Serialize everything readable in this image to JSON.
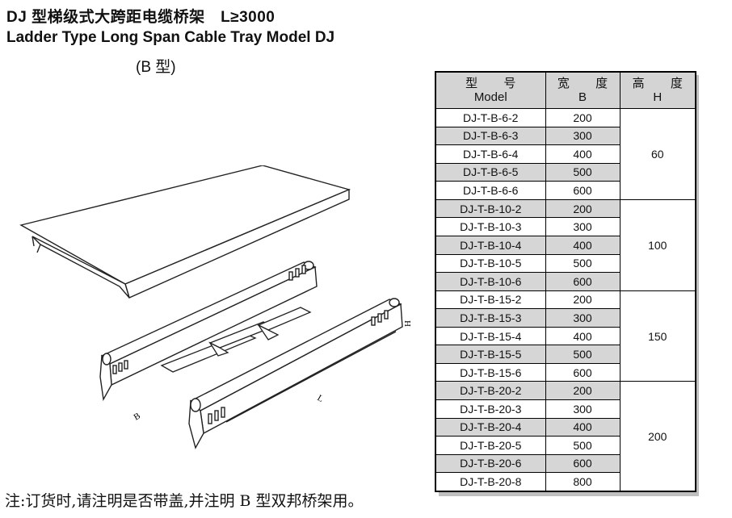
{
  "header": {
    "title_cn": "DJ 型梯级式大跨距电缆桥架　L≥3000",
    "title_en": "Ladder Type Long Span Cable Tray Model DJ",
    "subtitle": "(B 型)"
  },
  "illustration": {
    "label_h": "H",
    "label_l": "L",
    "label_b": "B"
  },
  "table": {
    "headers": {
      "model_cn": "型 号",
      "model_en": "Model",
      "width_cn": "宽 度",
      "width_en": "B",
      "height_cn": "高 度",
      "height_en": "H"
    },
    "groups": [
      {
        "height": "60",
        "rows": [
          {
            "model": "DJ-T-B-6-2",
            "width": "200"
          },
          {
            "model": "DJ-T-B-6-3",
            "width": "300"
          },
          {
            "model": "DJ-T-B-6-4",
            "width": "400"
          },
          {
            "model": "DJ-T-B-6-5",
            "width": "500"
          },
          {
            "model": "DJ-T-B-6-6",
            "width": "600"
          }
        ]
      },
      {
        "height": "100",
        "rows": [
          {
            "model": "DJ-T-B-10-2",
            "width": "200"
          },
          {
            "model": "DJ-T-B-10-3",
            "width": "300"
          },
          {
            "model": "DJ-T-B-10-4",
            "width": "400"
          },
          {
            "model": "DJ-T-B-10-5",
            "width": "500"
          },
          {
            "model": "DJ-T-B-10-6",
            "width": "600"
          }
        ]
      },
      {
        "height": "150",
        "rows": [
          {
            "model": "DJ-T-B-15-2",
            "width": "200"
          },
          {
            "model": "DJ-T-B-15-3",
            "width": "300"
          },
          {
            "model": "DJ-T-B-15-4",
            "width": "400"
          },
          {
            "model": "DJ-T-B-15-5",
            "width": "500"
          },
          {
            "model": "DJ-T-B-15-6",
            "width": "600"
          }
        ]
      },
      {
        "height": "200",
        "rows": [
          {
            "model": "DJ-T-B-20-2",
            "width": "200"
          },
          {
            "model": "DJ-T-B-20-3",
            "width": "300"
          },
          {
            "model": "DJ-T-B-20-4",
            "width": "400"
          },
          {
            "model": "DJ-T-B-20-5",
            "width": "500"
          },
          {
            "model": "DJ-T-B-20-6",
            "width": "600"
          },
          {
            "model": "DJ-T-B-20-8",
            "width": "800"
          }
        ]
      }
    ]
  },
  "note": "注:订货时,请注明是否带盖,并注明 B 型双邦桥架用。"
}
